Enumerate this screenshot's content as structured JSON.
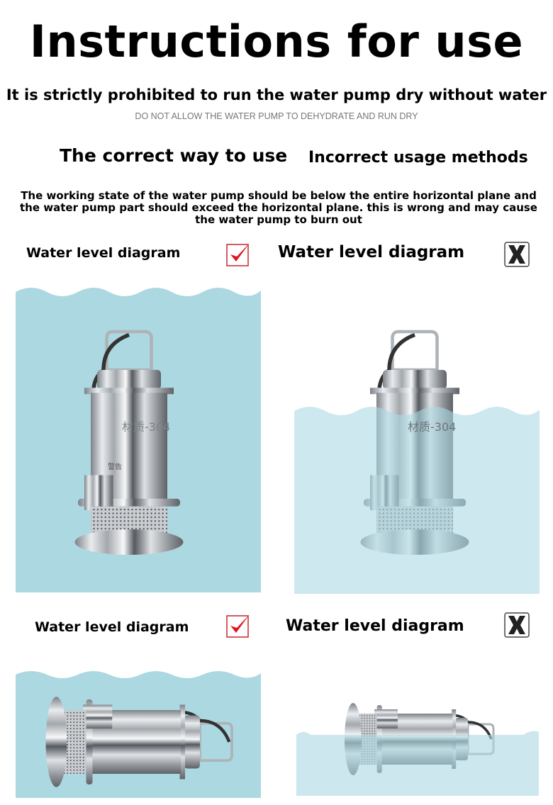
{
  "header": {
    "title": "Instructions for use",
    "warning": "It is strictly prohibited to run the water pump dry without water",
    "subtitle": "DO NOT ALLOW THE WATER PUMP TO DEHYDRATE AND RUN DRY"
  },
  "columns": {
    "correct_heading": "The correct way to use",
    "incorrect_heading": "Incorrect usage methods"
  },
  "description": "The working state of the water pump should be below the entire horizontal plane and the water pump part should exceed the horizontal plane. this is wrong and may cause the water pump to burn out",
  "diagrams": [
    {
      "label": "Water level diagram",
      "status": "correct",
      "icon": "check-icon",
      "orientation": "vertical"
    },
    {
      "label": "Water level diagram",
      "status": "incorrect",
      "icon": "x-icon",
      "orientation": "vertical"
    },
    {
      "label": "Water level diagram",
      "status": "correct",
      "icon": "check-icon",
      "orientation": "horizontal"
    },
    {
      "label": "Water level diagram",
      "status": "incorrect",
      "icon": "x-icon",
      "orientation": "horizontal"
    }
  ],
  "pump_label": {
    "material": "材质-304",
    "warning": "警告"
  },
  "colors": {
    "water": "#acd8e2",
    "check": "#e0151c",
    "x_mark": "#222222"
  }
}
